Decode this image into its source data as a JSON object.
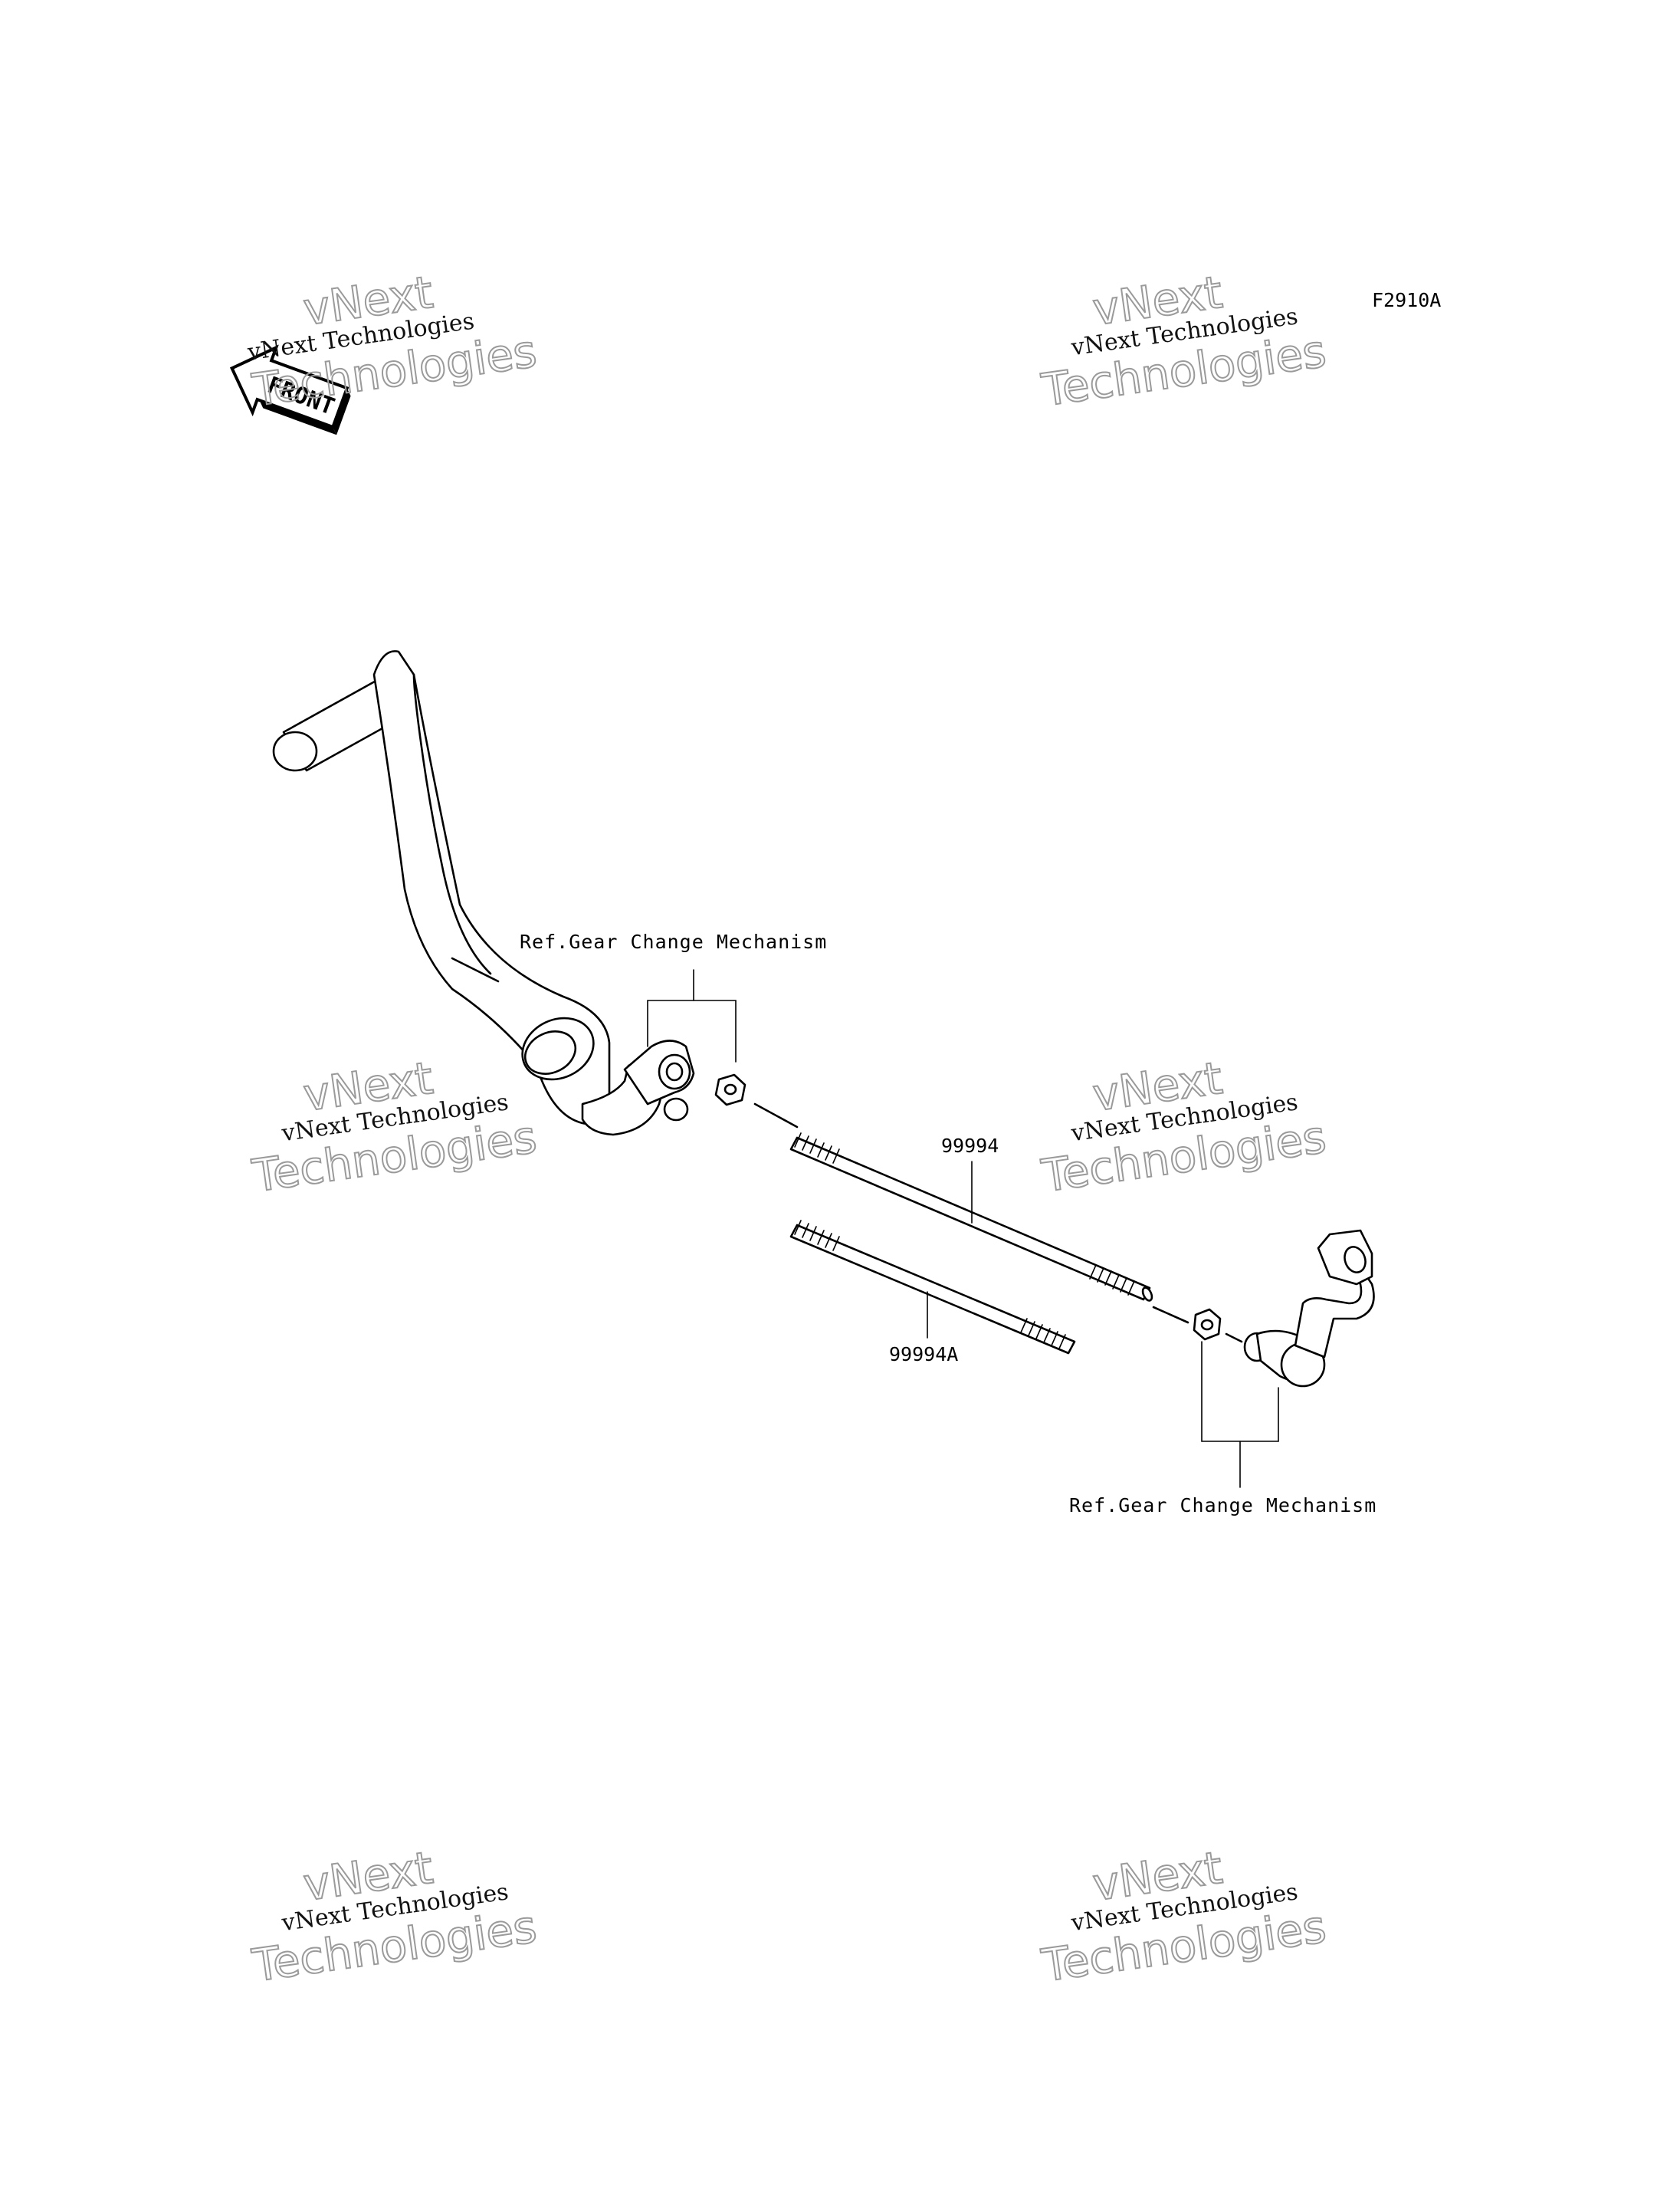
{
  "diagram_code": "F2910A",
  "front_badge": "FRONT",
  "watermark": {
    "line1": "vNext Technologies",
    "big1": "vNext",
    "big2": "Technologies"
  },
  "labels": {
    "ref_top": "Ref.Gear Change Mechanism",
    "ref_bottom": "Ref.Gear Change Mechanism",
    "part_1": "99994",
    "part_2": "99994A"
  }
}
